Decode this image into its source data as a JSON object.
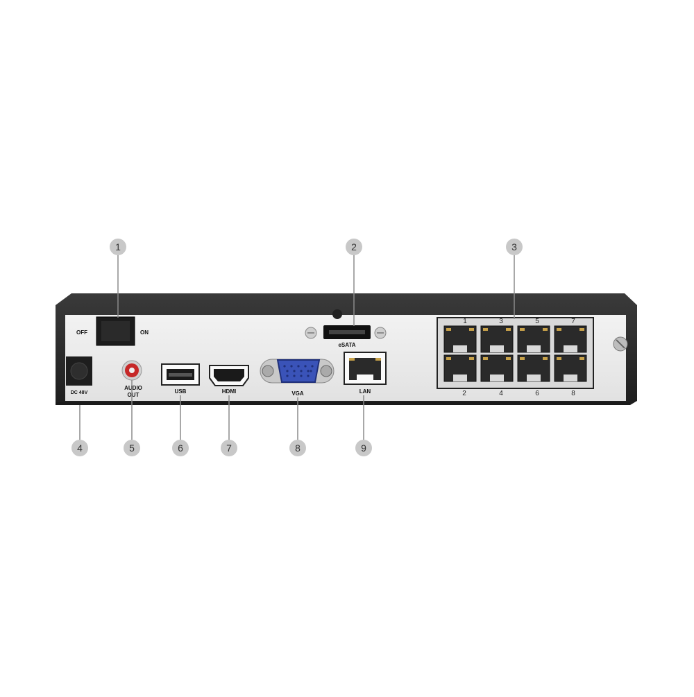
{
  "callouts": [
    {
      "number": "1",
      "part": "power-switch"
    },
    {
      "number": "2",
      "part": "esata-port"
    },
    {
      "number": "3",
      "part": "poe-ports"
    },
    {
      "number": "4",
      "part": "dc-power-input"
    },
    {
      "number": "5",
      "part": "audio-out"
    },
    {
      "number": "6",
      "part": "usb-port"
    },
    {
      "number": "7",
      "part": "hdmi-port"
    },
    {
      "number": "8",
      "part": "vga-port"
    },
    {
      "number": "9",
      "part": "lan-port"
    }
  ],
  "panel_labels": {
    "off": "OFF",
    "on": "ON",
    "esata": "eSATA",
    "dc": "DC 48V",
    "audio_line1": "AUDIO",
    "audio_line2": "OUT",
    "usb": "USB",
    "hdmi": "HDMI",
    "vga": "VGA",
    "lan": "LAN"
  },
  "poe_top_numbers": [
    "1",
    "3",
    "5",
    "7"
  ],
  "poe_bottom_numbers": [
    "2",
    "4",
    "6",
    "8"
  ],
  "colors": {
    "chassis": "#2b2b2b",
    "panel": "#ececec",
    "callout_circle": "#c8c8c8",
    "callout_line": "#8a8a8a",
    "vga_blue": "#3a53b8",
    "audio_red": "#c62828",
    "port_amber": "#c8a24a"
  }
}
